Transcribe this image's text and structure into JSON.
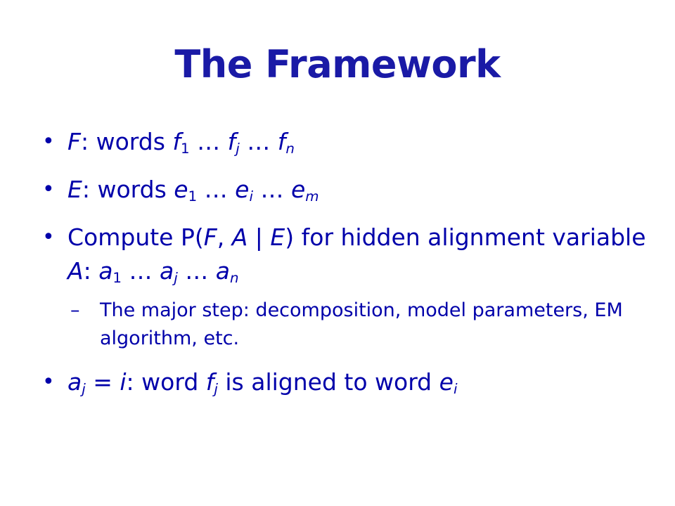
{
  "slide": {
    "title": "The Framework",
    "bullets": [
      {
        "marker": "•",
        "parts": [
          {
            "t": "F",
            "s": "i"
          },
          {
            "t": ": words "
          },
          {
            "t": "f",
            "s": "i"
          },
          {
            "t": "1",
            "s": "sub"
          },
          {
            "t": " … "
          },
          {
            "t": "f",
            "s": "i"
          },
          {
            "t": "j",
            "s": "subi"
          },
          {
            "t": " … "
          },
          {
            "t": "f",
            "s": "i"
          },
          {
            "t": "n",
            "s": "subi"
          }
        ]
      },
      {
        "marker": "•",
        "parts": [
          {
            "t": "E",
            "s": "i"
          },
          {
            "t": ": words "
          },
          {
            "t": "e",
            "s": "i"
          },
          {
            "t": "1",
            "s": "sub"
          },
          {
            "t": " … "
          },
          {
            "t": "e",
            "s": "i"
          },
          {
            "t": "i",
            "s": "subi"
          },
          {
            "t": " … "
          },
          {
            "t": "e",
            "s": "i"
          },
          {
            "t": "m",
            "s": "subi"
          }
        ]
      },
      {
        "marker": "•",
        "parts": [
          {
            "t": "Compute P("
          },
          {
            "t": "F",
            "s": "i"
          },
          {
            "t": ", "
          },
          {
            "t": "A",
            "s": "i"
          },
          {
            "t": " | "
          },
          {
            "t": "E",
            "s": "i"
          },
          {
            "t": ") for hidden alignment variable "
          },
          {
            "t": "A",
            "s": "i"
          },
          {
            "t": ": "
          },
          {
            "t": "a",
            "s": "i"
          },
          {
            "t": "1",
            "s": "sub"
          },
          {
            "t": " … "
          },
          {
            "t": "a",
            "s": "i"
          },
          {
            "t": "j",
            "s": "subi"
          },
          {
            "t": " … "
          },
          {
            "t": "a",
            "s": "i"
          },
          {
            "t": "n",
            "s": "subi"
          }
        ]
      },
      {
        "marker": "–",
        "level": "sub",
        "parts": [
          {
            "t": "The major step: decomposition, model parameters, EM algorithm, etc."
          }
        ]
      },
      {
        "marker": "•",
        "parts": [
          {
            "t": "a",
            "s": "i"
          },
          {
            "t": "j",
            "s": "subi"
          },
          {
            "t": " = "
          },
          {
            "t": "i",
            "s": "i"
          },
          {
            "t": ": word "
          },
          {
            "t": "f",
            "s": "i"
          },
          {
            "t": "j",
            "s": "subi"
          },
          {
            "t": " is aligned to word "
          },
          {
            "t": "e",
            "s": "i"
          },
          {
            "t": "i",
            "s": "subi"
          }
        ]
      }
    ]
  }
}
